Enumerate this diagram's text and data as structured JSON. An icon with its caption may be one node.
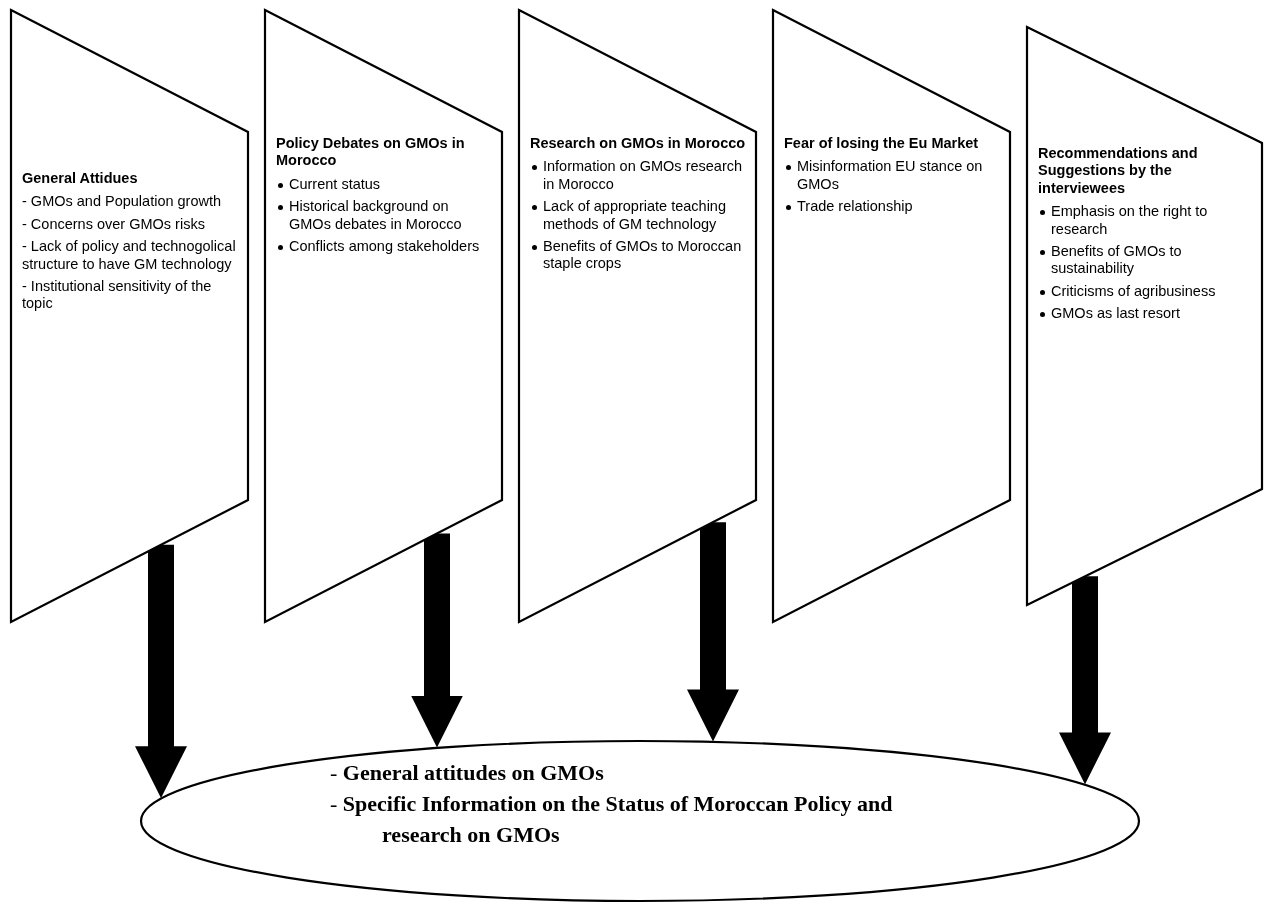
{
  "diagram": {
    "nodes": [
      {
        "text": [
          "General Attidues",
          "- GMOs and Population growth",
          "- Concerns over GMOs risks",
          "- Lack of policy and technogolical structure to have GM technology",
          "- Institutional sensitivity of the topic"
        ]
      },
      {
        "text": [
          "Policy Debates on GMOs in Morocco",
          "Current status",
          "Historical background on GMOs debates in Morocco",
          "Conflicts among stakeholders"
        ]
      },
      {
        "text": [
          "Research on GMOs in Morocco",
          "Information on GMOs research in Morocco",
          "Lack of appropriate teaching methods of GM technology",
          "Benefits of GMOs to Moroccan staple crops"
        ]
      },
      {
        "text": [
          "Fear of losing the Eu Market",
          "Misinformation EU stance on GMOs",
          "Trade relationship"
        ]
      },
      {
        "text": [
          "Recommendations and Suggestions by the interviewees",
          "Emphasis on the right to research",
          "Benefits of GMOs to sustainability",
          "Criticisms of agribusiness",
          "GMOs as last resort"
        ]
      },
      {
        "text": [
          "- **General attitudes on GMOs**",
          "- **Specific Information on the Status of Moroccan Policy and research on GMOs**"
        ]
      }
    ],
    "edges": [
      {
        "from": 0,
        "to": 5,
        "arrow": "to"
      },
      {
        "from": 1,
        "to": 5,
        "arrow": "to"
      },
      {
        "from": 2,
        "to": 5,
        "arrow": "to"
      },
      {
        "from": 4,
        "to": 5,
        "arrow": "to"
      }
    ]
  }
}
